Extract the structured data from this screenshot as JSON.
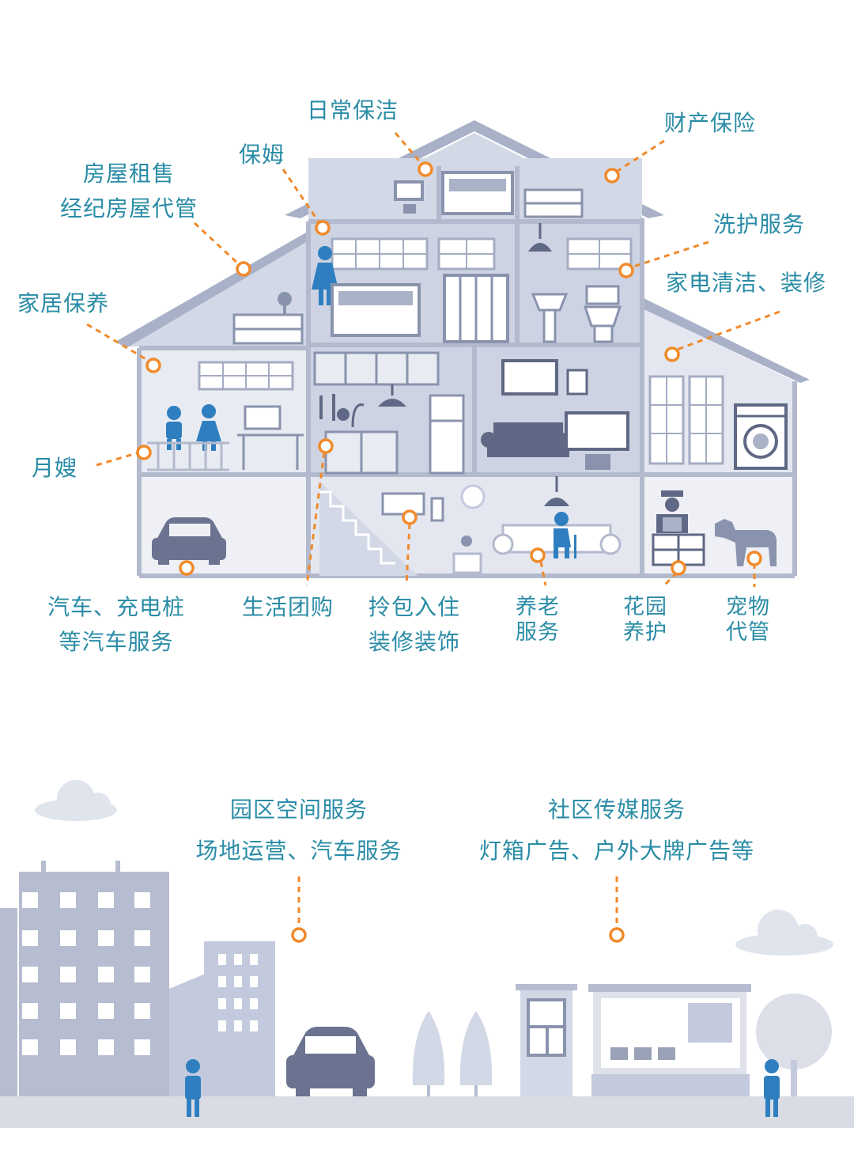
{
  "colors": {
    "label": "#2a8ca6",
    "marker": "#f08a2a",
    "house": "#c4cadd",
    "house_light": "#e4e7f0",
    "house_dark": "#8a93ad",
    "figure": "#2f7fc0",
    "ground": "#d9dce4"
  },
  "labels": {
    "daily_cleaning": "日常保洁",
    "property_insurance": "财产保险",
    "nanny": "保姆",
    "rent_sale": [
      "房屋租售",
      "经纪房屋代管"
    ],
    "laundry": "洗护服务",
    "appliance": "家电清洁、装修",
    "home_care": "家居保养",
    "maternity": "月嫂",
    "car": [
      "汽车、充电桩",
      "等汽车服务"
    ],
    "group_buy": "生活团购",
    "move_in": [
      "拎包入住",
      "装修装饰"
    ],
    "elderly": [
      "养老",
      "服务"
    ],
    "garden": [
      "花园",
      "养护"
    ],
    "pet": [
      "宠物",
      "代管"
    ],
    "park": [
      "园区空间服务",
      "场地运营、汽车服务"
    ],
    "media": [
      "社区传媒服务",
      "灯箱广告、户外大牌广告等"
    ]
  },
  "icons": [
    "person-icon",
    "child-icon",
    "elderly-icon",
    "courier-icon",
    "dog-icon",
    "car-icon",
    "washing-machine-icon",
    "toilet-icon",
    "sink-icon",
    "bed-icon",
    "sofa-icon",
    "tv-icon",
    "lamp-icon",
    "fridge-icon",
    "tree-icon",
    "cloud-icon",
    "building-icon",
    "kiosk-icon",
    "billboard-icon"
  ]
}
